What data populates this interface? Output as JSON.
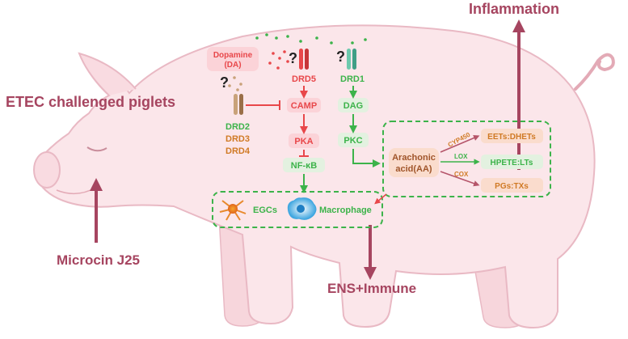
{
  "labels": {
    "left_title": "ETEC challenged piglets",
    "top_right": "Inflammation",
    "bottom_left": "Microcin J25",
    "bottom_center": "ENS+Immune",
    "dopamine": "Dopamine",
    "dopamine_abbr": "(DA)",
    "question": "?",
    "drd5": "DRD5",
    "drd1": "DRD1",
    "drd2": "DRD2",
    "drd3": "DRD3",
    "drd4": "DRD4",
    "camp": "CAMP",
    "pka": "PKA",
    "nfkb": "NF-κB",
    "dag": "DAG",
    "pkc": "PKC",
    "aa_line1": "Arachonic",
    "aa_line2": "acid(AA)",
    "cyp450": "CYP450",
    "lox": "LOX",
    "cox": "COX",
    "eets": "EETs:DHETs",
    "hpete": "HPETE:LTs",
    "pgs": "PGs:TXs",
    "egcs": "EGCs",
    "macrophage": "Macrophage"
  },
  "colors": {
    "pig_fill": "#fbe6ea",
    "pig_stroke": "#e9b9c4",
    "maroon": "#a64560",
    "red": "#e8474a",
    "green": "#3cb34a",
    "orange": "#d07a25",
    "brown": "#b07a55",
    "box_pink": "#fbd3d8",
    "box_green": "#e3f1e0",
    "box_peach": "#fadccd"
  }
}
